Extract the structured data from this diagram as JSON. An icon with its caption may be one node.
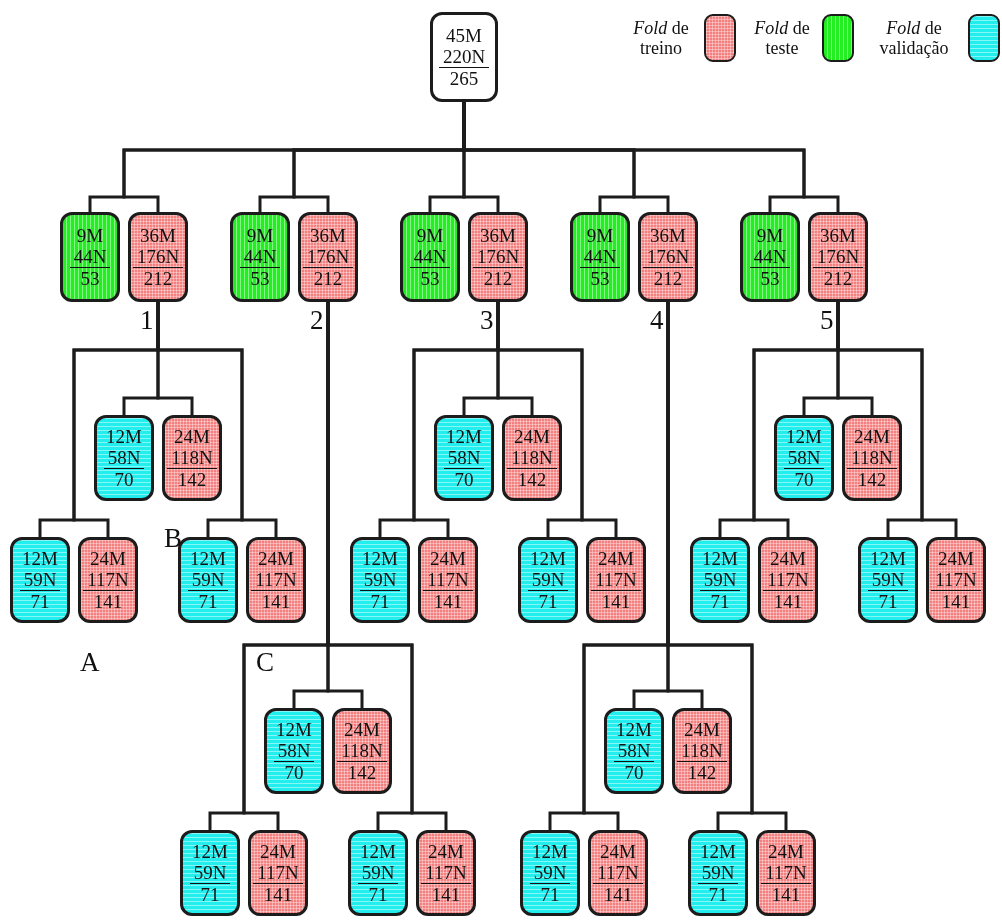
{
  "diagram": {
    "nodes": [
      {
        "text": [
          "45M",
          "220N",
          "265"
        ]
      },
      {
        "text": [
          "9M",
          "44N",
          "53"
        ]
      },
      {
        "text": [
          "36M",
          "176N",
          "212"
        ]
      },
      {
        "text": [
          "9M",
          "44N",
          "53"
        ]
      },
      {
        "text": [
          "36M",
          "176N",
          "212"
        ]
      },
      {
        "text": [
          "9M",
          "44N",
          "53"
        ]
      },
      {
        "text": [
          "36M",
          "176N",
          "212"
        ]
      },
      {
        "text": [
          "9M",
          "44N",
          "53"
        ]
      },
      {
        "text": [
          "36M",
          "176N",
          "212"
        ]
      },
      {
        "text": [
          "9M",
          "44N",
          "53"
        ]
      },
      {
        "text": [
          "36M",
          "176N",
          "212"
        ]
      },
      {
        "text": [
          "12M",
          "58N",
          "70"
        ]
      },
      {
        "text": [
          "24M",
          "118N",
          "142"
        ]
      },
      {
        "text": [
          "12M",
          "59N",
          "71"
        ]
      },
      {
        "text": [
          "24M",
          "117N",
          "141"
        ]
      },
      {
        "text": [
          "12M",
          "59N",
          "71"
        ]
      },
      {
        "text": [
          "24M",
          "117N",
          "141"
        ]
      },
      {
        "text": [
          "12M",
          "58N",
          "70"
        ]
      },
      {
        "text": [
          "24M",
          "118N",
          "142"
        ]
      },
      {
        "text": [
          "12M",
          "59N",
          "71"
        ]
      },
      {
        "text": [
          "24M",
          "117N",
          "141"
        ]
      },
      {
        "text": [
          "12M",
          "59N",
          "71"
        ]
      },
      {
        "text": [
          "24M",
          "117N",
          "141"
        ]
      },
      {
        "text": [
          "12M",
          "58N",
          "70"
        ]
      },
      {
        "text": [
          "24M",
          "118N",
          "142"
        ]
      },
      {
        "text": [
          "12M",
          "59N",
          "71"
        ]
      },
      {
        "text": [
          "24M",
          "117N",
          "141"
        ]
      },
      {
        "text": [
          "12M",
          "59N",
          "71"
        ]
      },
      {
        "text": [
          "24M",
          "117N",
          "141"
        ]
      },
      {
        "text": [
          "12M",
          "58N",
          "70"
        ]
      },
      {
        "text": [
          "24M",
          "118N",
          "142"
        ]
      },
      {
        "text": [
          "12M",
          "59N",
          "71"
        ]
      },
      {
        "text": [
          "24M",
          "117N",
          "141"
        ]
      },
      {
        "text": [
          "12M",
          "59N",
          "71"
        ]
      },
      {
        "text": [
          "24M",
          "117N",
          "141"
        ]
      },
      {
        "text": [
          "12M",
          "58N",
          "70"
        ]
      },
      {
        "text": [
          "24M",
          "118N",
          "142"
        ]
      },
      {
        "text": [
          "12M",
          "59N",
          "71"
        ]
      },
      {
        "text": [
          "24M",
          "117N",
          "141"
        ]
      },
      {
        "text": [
          "12M",
          "59N",
          "71"
        ]
      },
      {
        "text": [
          "24M",
          "117N",
          "141"
        ]
      }
    ],
    "edges": [
      {
        "from": 0,
        "to": 1,
        "arrow": "none"
      },
      {
        "from": 0,
        "to": 2,
        "arrow": "none"
      },
      {
        "from": 0,
        "to": 3,
        "arrow": "none"
      },
      {
        "from": 0,
        "to": 4,
        "arrow": "none"
      },
      {
        "from": 0,
        "to": 5,
        "arrow": "none"
      },
      {
        "from": 0,
        "to": 6,
        "arrow": "none"
      },
      {
        "from": 0,
        "to": 7,
        "arrow": "none"
      },
      {
        "from": 0,
        "to": 8,
        "arrow": "none"
      },
      {
        "from": 0,
        "to": 9,
        "arrow": "none"
      },
      {
        "from": 0,
        "to": 10,
        "arrow": "none"
      },
      {
        "from": 2,
        "to": 11,
        "arrow": "none"
      },
      {
        "from": 2,
        "to": 12,
        "arrow": "none"
      },
      {
        "from": 2,
        "to": 13,
        "arrow": "none"
      },
      {
        "from": 2,
        "to": 14,
        "arrow": "none"
      },
      {
        "from": 2,
        "to": 15,
        "arrow": "none"
      },
      {
        "from": 2,
        "to": 16,
        "arrow": "none"
      },
      {
        "from": 4,
        "to": 17,
        "arrow": "none"
      },
      {
        "from": 4,
        "to": 18,
        "arrow": "none"
      },
      {
        "from": 4,
        "to": 19,
        "arrow": "none"
      },
      {
        "from": 4,
        "to": 20,
        "arrow": "none"
      },
      {
        "from": 4,
        "to": 21,
        "arrow": "none"
      },
      {
        "from": 4,
        "to": 22,
        "arrow": "none"
      },
      {
        "from": 6,
        "to": 23,
        "arrow": "none"
      },
      {
        "from": 6,
        "to": 24,
        "arrow": "none"
      },
      {
        "from": 6,
        "to": 25,
        "arrow": "none"
      },
      {
        "from": 6,
        "to": 26,
        "arrow": "none"
      },
      {
        "from": 6,
        "to": 27,
        "arrow": "none"
      },
      {
        "from": 6,
        "to": 28,
        "arrow": "none"
      },
      {
        "from": 8,
        "to": 29,
        "arrow": "none"
      },
      {
        "from": 8,
        "to": 30,
        "arrow": "none"
      },
      {
        "from": 8,
        "to": 31,
        "arrow": "none"
      },
      {
        "from": 8,
        "to": 32,
        "arrow": "none"
      },
      {
        "from": 8,
        "to": 33,
        "arrow": "none"
      },
      {
        "from": 8,
        "to": 34,
        "arrow": "none"
      },
      {
        "from": 10,
        "to": 35,
        "arrow": "none"
      },
      {
        "from": 10,
        "to": 36,
        "arrow": "none"
      },
      {
        "from": 10,
        "to": 37,
        "arrow": "none"
      },
      {
        "from": 10,
        "to": 38,
        "arrow": "none"
      },
      {
        "from": 10,
        "to": 39,
        "arrow": "none"
      },
      {
        "from": 10,
        "to": 40,
        "arrow": "none"
      }
    ],
    "labels": [
      "1",
      "2",
      "3",
      "4",
      "5",
      "A",
      "B",
      "C"
    ],
    "legend": [
      {
        "text": "*Fold* de treino",
        "color": "#f47f7f"
      },
      {
        "text": "*Fold* de teste",
        "color": "#22ee22"
      },
      {
        "text": "*Fold* de validação",
        "color": "#22eeee"
      }
    ]
  }
}
